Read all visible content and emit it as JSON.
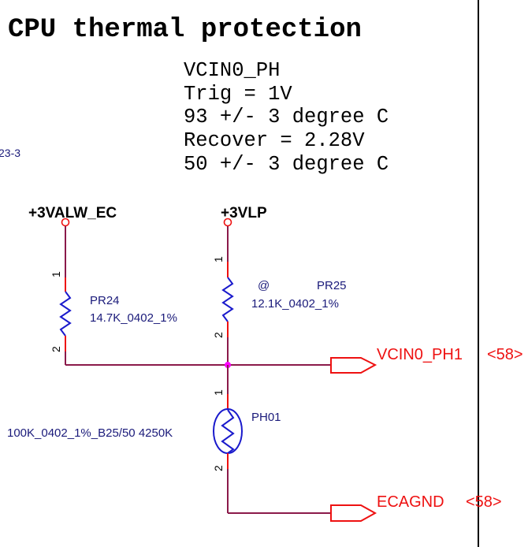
{
  "title": "CPU thermal protection",
  "notes": [
    "VCIN0_PH",
    "Trig = 1V",
    "93 +/- 3 degree C",
    "Recover = 2.28V",
    "50 +/- 3 degree C"
  ],
  "partial_label": "23-3",
  "power_nets": {
    "left": "+3VALW_EC",
    "right": "+3VLP"
  },
  "components": {
    "pr24": {
      "ref": "PR24",
      "value": "14.7K_0402_1%",
      "pin1": "1",
      "pin2": "2"
    },
    "pr25": {
      "ref": "PR25",
      "value": "12.1K_0402_1%",
      "marker": "@",
      "pin1": "1",
      "pin2": "2"
    },
    "ph01": {
      "ref": "PH01",
      "value": "100K_0402_1%_B25/50 4250K",
      "pin1": "1",
      "pin2": "2"
    }
  },
  "ports": [
    {
      "name": "VCIN0_PH1",
      "page_ref": "<58>"
    },
    {
      "name": "ECAGND",
      "page_ref": "<58>"
    }
  ],
  "colors": {
    "wire": "#8b1a4a",
    "pin": "#ee1111",
    "component": "#1a1acc",
    "junction": "#ff00ff",
    "port": "#ee1111",
    "reference_text": "#1a1a7a"
  }
}
